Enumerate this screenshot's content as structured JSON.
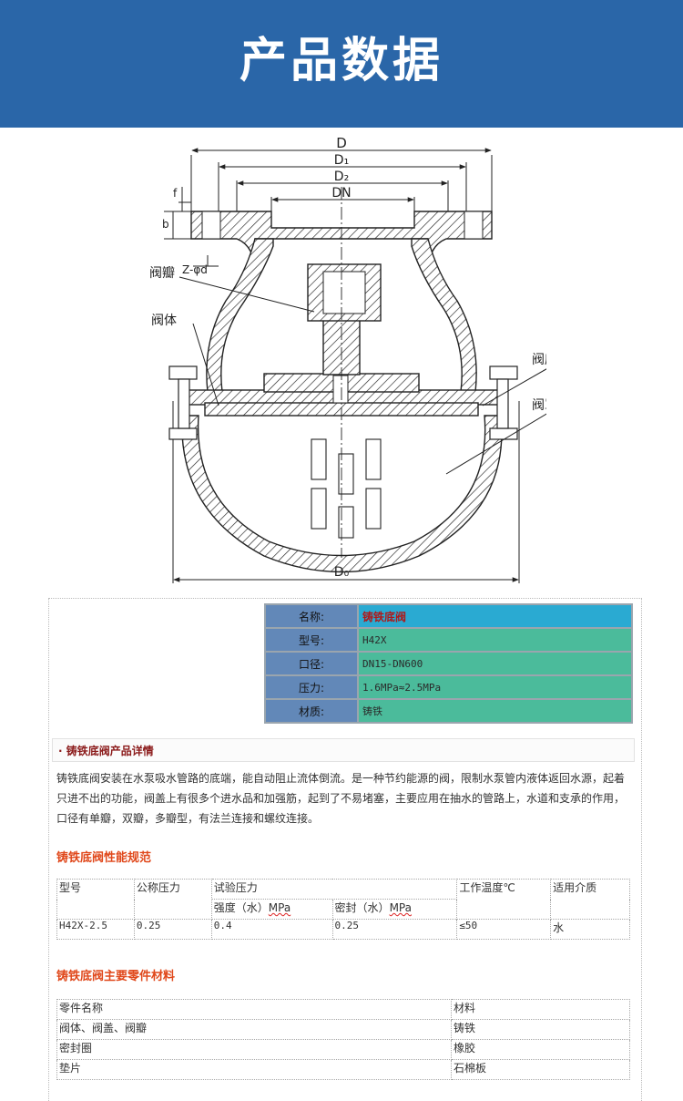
{
  "header": {
    "title": "产品数据"
  },
  "drawing": {
    "dims": {
      "D": "D",
      "D1": "D₁",
      "D2": "D₂",
      "DN": "DN",
      "b": "b",
      "f": "f",
      "Zphi": "Z-φd",
      "D0": "D₀"
    },
    "labels": {
      "valve_flap": "阀瓣",
      "valve_body": "阀体",
      "valve_seat": "阀座",
      "valve_cover": "阀罩"
    }
  },
  "specs": [
    {
      "label": "名称:",
      "value": "铸铁底阀"
    },
    {
      "label": "型号:",
      "value": "H42X"
    },
    {
      "label": "口径:",
      "value": "DN15-DN600"
    },
    {
      "label": "压力:",
      "value": "1.6MPa≈2.5MPa"
    },
    {
      "label": "材质:",
      "value": "铸铁"
    }
  ],
  "details": {
    "title": "· 铸铁底阀产品详情",
    "line1": "铸铁底阀安装在水泵吸水管路的底端，能自动阻止流体倒流。是一种节约能源的阀，限制水泵管内液体返回水源，起着",
    "line2": "只进不出的功能，阀盖上有很多个进水品和加强筋，起到了不易堵塞，主要应用在抽水的管路上，水道和支承的作用，",
    "line3": "口径有单瓣，双瓣，多瓣型，有法兰连接和螺纹连接。"
  },
  "performance": {
    "title": "铸铁底阀性能规范",
    "headers": {
      "model": "型号",
      "nominal": "公称压力",
      "test": "试验压力",
      "strength": "强度（水）MPa",
      "seal": "密封（水）MPa",
      "temp": "工作温度℃",
      "medium": "适用介质"
    },
    "row": {
      "model": "H42X-2.5",
      "nominal": "0.25",
      "strength": "0.4",
      "seal": "0.25",
      "temp": "≤50",
      "medium": "水"
    }
  },
  "materials": {
    "title": "铸铁底阀主要零件材料",
    "header": {
      "part": "零件名称",
      "material": "材料"
    },
    "rows": [
      {
        "part": "阀体、阀盖、阀瓣",
        "material": "铸铁"
      },
      {
        "part": "密封圈",
        "material": "橡胶"
      },
      {
        "part": "垫片",
        "material": "石棉板"
      }
    ]
  }
}
